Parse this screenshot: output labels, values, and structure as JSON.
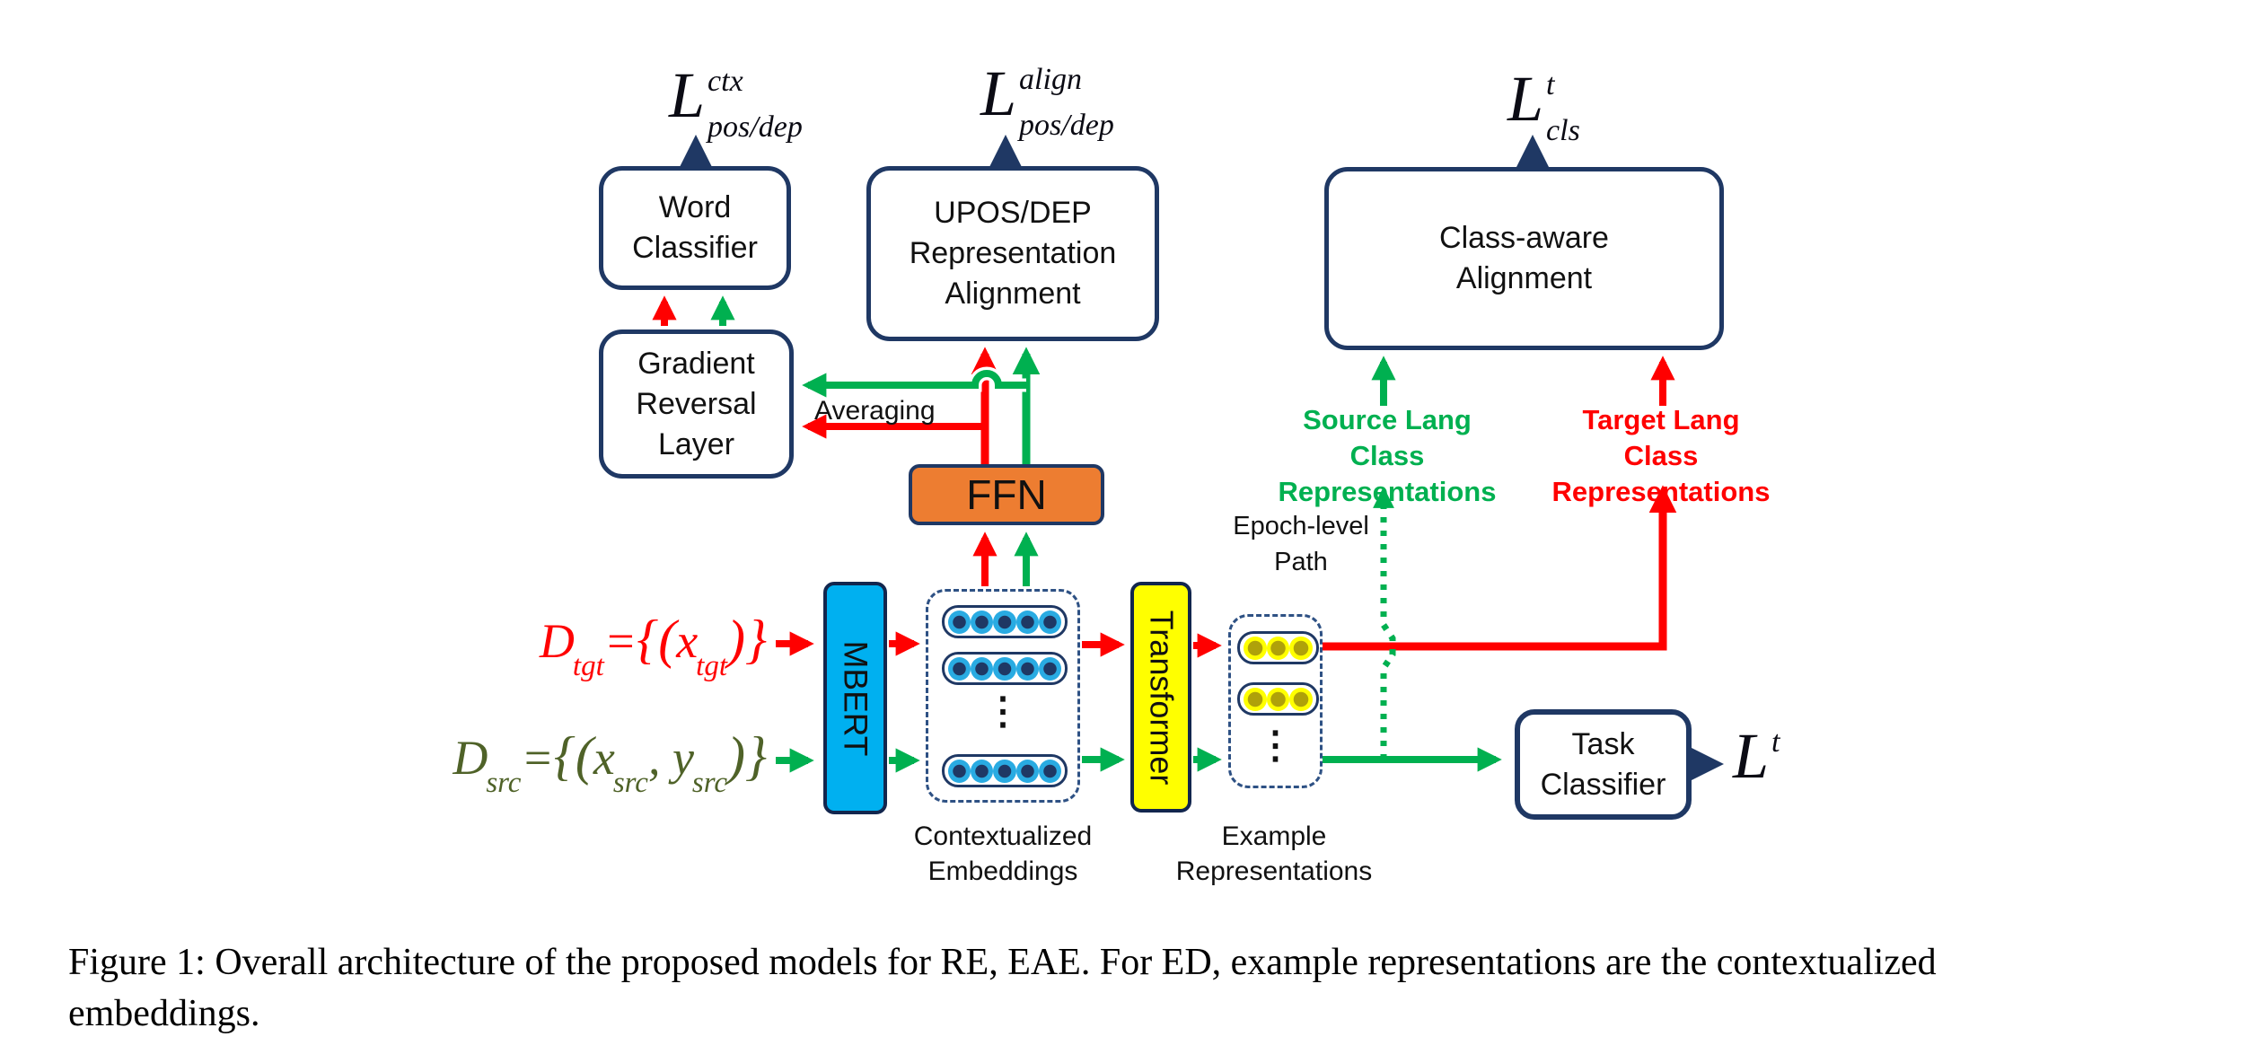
{
  "colors": {
    "navy": "#1F3864",
    "red": "#FF0000",
    "green": "#00B050",
    "dark_green_formula": "#4F6228",
    "orange_ffn": "#ED7D31",
    "cyan_mbert": "#00B0F0",
    "yellow_transformer": "#FFFF00",
    "embedding_dot_ring": "#29ABE2",
    "embedding_dot_core": "#1F3864",
    "example_dot_ring": "#FFFF00",
    "example_dot_core": "#AFA10A",
    "dashed_border": "#2E5184"
  },
  "boxes": {
    "word_classifier": {
      "lines": [
        "Word",
        "Classifier"
      ]
    },
    "gradient_reversal": {
      "lines": [
        "Gradient",
        "Reversal",
        "Layer"
      ]
    },
    "upos": {
      "lines": [
        "UPOS/DEP",
        "Representation",
        "Alignment"
      ]
    },
    "class_aware": {
      "lines": [
        "Class-aware",
        "Alignment"
      ]
    },
    "ffn": {
      "label": "FFN"
    },
    "mbert": {
      "label": "MBERT"
    },
    "transformer": {
      "label": "Transformer"
    },
    "task_classifier": {
      "lines": [
        "Task",
        "Classifier"
      ]
    }
  },
  "losses": {
    "ctx": {
      "base": "L",
      "sup": "ctx",
      "sub": "pos/dep"
    },
    "align": {
      "base": "L",
      "sup": "align",
      "sub": "pos/dep"
    },
    "cls": {
      "base": "L",
      "sup": "t",
      "sub": "cls"
    },
    "task": {
      "base": "L",
      "sup": "t"
    }
  },
  "formulas": {
    "target": {
      "D": "D",
      "Dsub": "tgt",
      "eq": "=",
      "open": "{(",
      "x": "x",
      "xsub": "tgt",
      "close": ")}"
    },
    "source": {
      "D": "D",
      "Dsub": "src",
      "eq": "=",
      "open": "{(",
      "x": "x",
      "xsub": "src",
      "comma": ", ",
      "y": "y",
      "ysub": "src",
      "close": ")}"
    }
  },
  "labels": {
    "averaging": "Averaging",
    "epoch_path": {
      "lines": [
        "Epoch-level",
        "Path"
      ]
    },
    "source_lang": {
      "lines": [
        "Source Lang",
        "Class Representations"
      ]
    },
    "target_lang": {
      "lines": [
        "Target Lang",
        "Class Representations"
      ]
    },
    "contextualized": {
      "lines": [
        "Contextualized",
        "Embeddings"
      ]
    },
    "example": {
      "lines": [
        "Example",
        "Representations"
      ]
    }
  },
  "embeddings": {
    "rows": 3,
    "dots_per_row": 5
  },
  "examples": {
    "rows": 2,
    "dots_per_row": 3
  },
  "glyphs": {
    "vertical_ellipsis": "⋮"
  },
  "caption": {
    "tag": "Figure 1:",
    "line1": "Overall architecture of the proposed models for RE, EAE. For ED, example representations are the contextualized",
    "line2": "embeddings."
  }
}
